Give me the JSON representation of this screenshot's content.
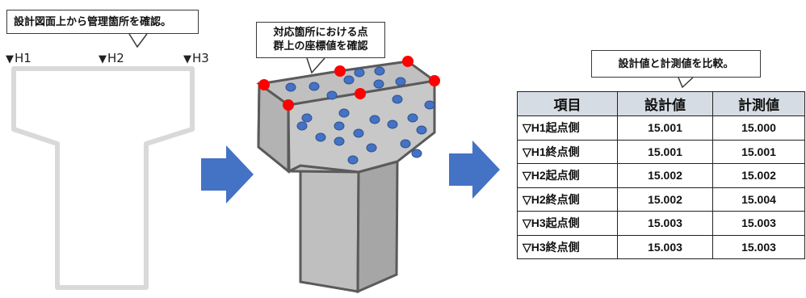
{
  "callouts": {
    "left": "設計図面上から管理箇所を確認。",
    "middle_line1": "対応箇所における点",
    "middle_line2": "群上の座標値を確認",
    "right": "設計値と計測値を比較。"
  },
  "levels": [
    {
      "marker": "▼",
      "label": "H1"
    },
    {
      "marker": "▼",
      "label": "H2"
    },
    {
      "marker": "▼",
      "label": "H3"
    }
  ],
  "table": {
    "headers": [
      "項目",
      "設計値",
      "計測値"
    ],
    "rows": [
      {
        "item": "▽H1起点側",
        "design": "15.001",
        "measured": "15.000"
      },
      {
        "item": "▽H1終点側",
        "design": "15.001",
        "measured": "15.001"
      },
      {
        "item": "▽H2起点側",
        "design": "15.002",
        "measured": "15.002"
      },
      {
        "item": "▽H2終点側",
        "design": "15.002",
        "measured": "15.004"
      },
      {
        "item": "▽H3起点側",
        "design": "15.003",
        "measured": "15.003"
      },
      {
        "item": "▽H3終点側",
        "design": "15.003",
        "measured": "15.003"
      }
    ]
  },
  "colors": {
    "arrow": "#4472c4",
    "point_blue": "#4472c4",
    "point_red": "#ff0000",
    "pier_fill": "#bfbfbf",
    "header_fill": "#d6dce4"
  }
}
